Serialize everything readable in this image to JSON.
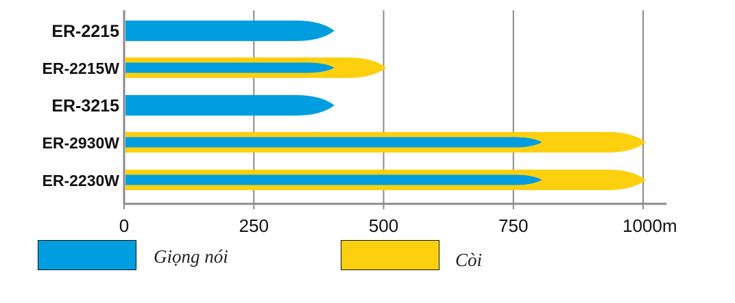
{
  "chart_data": {
    "type": "bar",
    "orientation": "horizontal",
    "title": "",
    "xlabel": "",
    "ylabel": "",
    "categories": [
      "ER-2215",
      "ER-2215W",
      "ER-3215",
      "ER-2930W",
      "ER-2230W"
    ],
    "series": [
      {
        "name": "Giọng nói",
        "color": "#009EE0",
        "values": [
          400,
          400,
          400,
          800,
          800
        ]
      },
      {
        "name": "Còi",
        "color": "#FCD00F",
        "values": [
          null,
          500,
          null,
          1000,
          1000
        ]
      }
    ],
    "xlim": [
      0,
      1000
    ],
    "xticks": [
      0,
      250,
      500,
      750,
      1000
    ],
    "xtick_labels": [
      "0",
      "250",
      "500",
      "750",
      "1000m"
    ],
    "grid": "vertical",
    "legend": {
      "placement": "bottom-left",
      "entries": [
        "Giọng nói",
        "Còi"
      ]
    }
  }
}
